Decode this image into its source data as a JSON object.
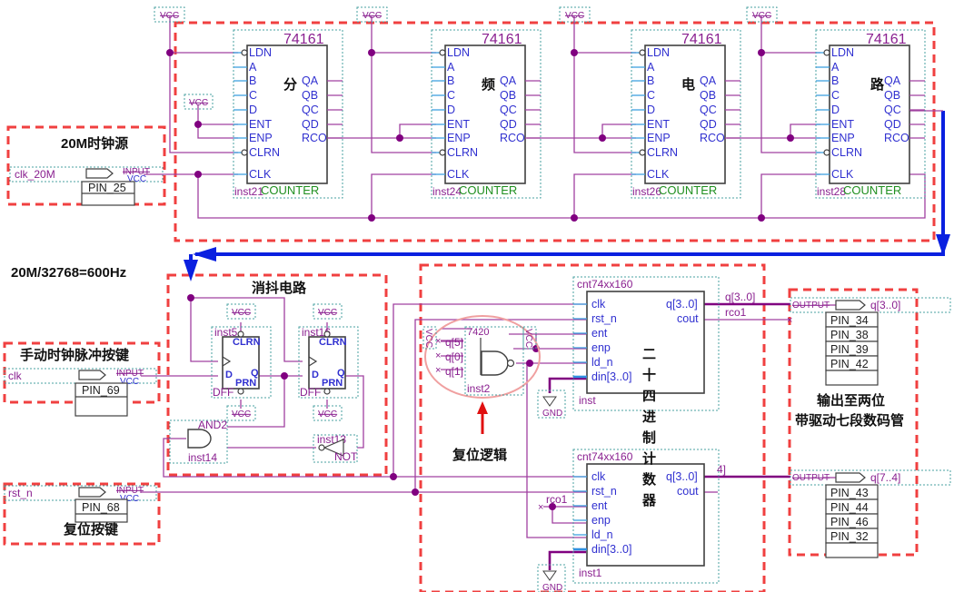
{
  "labels": {
    "clock_source_title": "20M时钟源",
    "freq_formula": "20M/32768=600Hz",
    "debounce_title": "消抖电路",
    "manual_clock_title": "手动时钟脉冲按键",
    "reset_button_title": "复位按键",
    "reset_logic_title": "复位逻辑",
    "output_title_line1": "输出至两位",
    "output_title_line2": "带驱动七段数码管",
    "counter24_chars": [
      "二",
      "十",
      "四",
      "进",
      "制",
      "计",
      "数",
      "器"
    ],
    "divider_chars": [
      "分",
      "频",
      "电",
      "路"
    ]
  },
  "inputs": [
    {
      "name": "clk_20M",
      "type_label": "INPUT",
      "default": "VCC",
      "pins": [
        "PIN_25"
      ]
    },
    {
      "name": "clk",
      "type_label": "INPUT",
      "default": "VCC",
      "pins": [
        "PIN_69"
      ]
    },
    {
      "name": "rst_n",
      "type_label": "INPUT",
      "default": "VCC",
      "pins": [
        "PIN_68"
      ]
    }
  ],
  "outputs": [
    {
      "name": "q[3..0]",
      "type_label": "OUTPUT",
      "pins": [
        "PIN_34",
        "PIN_38",
        "PIN_39",
        "PIN_42"
      ]
    },
    {
      "name": "q[7..4]",
      "type_label": "OUTPUT",
      "pins": [
        "PIN_43",
        "PIN_44",
        "PIN_46",
        "PIN_32"
      ]
    }
  ],
  "counters74161": [
    {
      "part": "74161",
      "inst": "inst21",
      "type": "COUNTER"
    },
    {
      "part": "74161",
      "inst": "inst24",
      "type": "COUNTER"
    },
    {
      "part": "74161",
      "inst": "inst26",
      "type": "COUNTER"
    },
    {
      "part": "74161",
      "inst": "inst28",
      "type": "COUNTER"
    }
  ],
  "counter74161_pins_left": [
    "LDN",
    "A",
    "B",
    "C",
    "D",
    "ENT",
    "ENP",
    "CLRN",
    "CLK"
  ],
  "counter74161_pins_right": [
    "QA",
    "QB",
    "QC",
    "QD",
    "RCO"
  ],
  "dffs": [
    {
      "inst": "inst5",
      "type": "DFF"
    },
    {
      "inst": "inst16",
      "type": "DFF"
    }
  ],
  "dff_pins": {
    "clrn": "CLRN",
    "prn": "PRN",
    "d": "D",
    "q": "Q"
  },
  "and_gate": {
    "part": "AND2",
    "inst": "inst14"
  },
  "not_gate": {
    "part": "NOT",
    "inst": "inst13"
  },
  "nand_gate": {
    "part": "7420",
    "inst": "inst2",
    "inputs": [
      "q[5]",
      "q[0]",
      "q[1]"
    ]
  },
  "cnt160": [
    {
      "part": "cnt74xx160",
      "inst": "inst"
    },
    {
      "part": "cnt74xx160",
      "inst": "inst1"
    }
  ],
  "cnt160_pins_left": [
    "clk",
    "rst_n",
    "ent",
    "enp",
    "ld_n",
    "din[3..0]"
  ],
  "cnt160_pins_right": [
    "q[3..0]",
    "cout"
  ],
  "nets": {
    "q_low": "q[3..0]",
    "rco1": "rco1",
    "q_high_partial": "4]"
  },
  "power": {
    "vcc": "VCC",
    "gnd": "GND"
  }
}
